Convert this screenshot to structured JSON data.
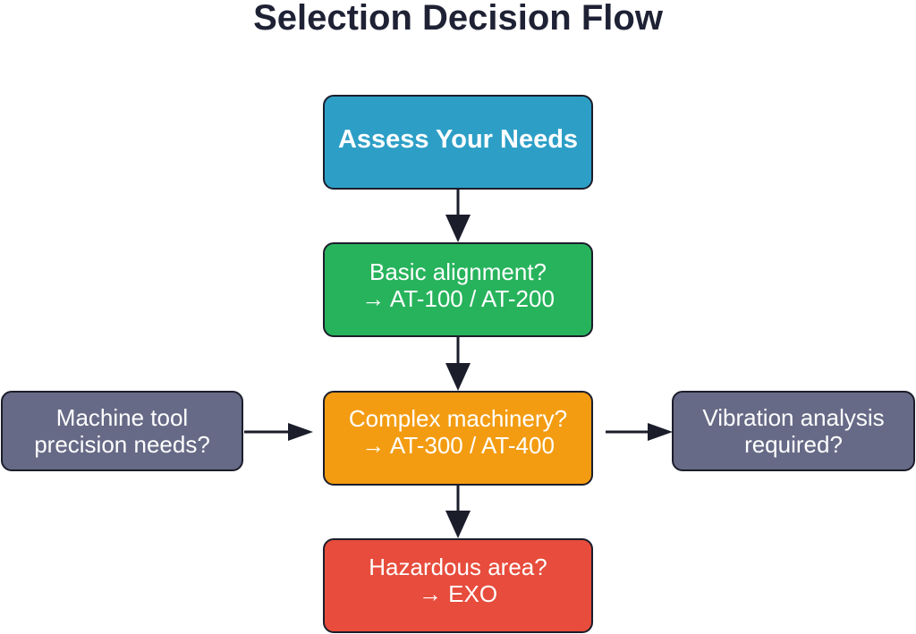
{
  "title": "Selection Decision Flow",
  "nodes": {
    "start": {
      "lines": [
        "Assess Your Needs"
      ]
    },
    "basic": {
      "lines": [
        "Basic alignment?",
        "→ AT-100 / AT-200"
      ]
    },
    "complex": {
      "lines": [
        "Complex machinery?",
        "→ AT-300 / AT-400"
      ]
    },
    "hazard": {
      "lines": [
        "Hazardous area?",
        "→ EXO"
      ]
    },
    "machine_tool": {
      "lines": [
        "Machine tool",
        "precision needs?"
      ]
    },
    "vibration": {
      "lines": [
        "Vibration analysis",
        "required?"
      ]
    }
  },
  "colors": {
    "start": "#2d9fc7",
    "basic": "#27b35c",
    "complex": "#f39c12",
    "hazard": "#e74c3c",
    "side": "#666a86",
    "border": "#1b1d2b",
    "title": "#1f2235"
  }
}
